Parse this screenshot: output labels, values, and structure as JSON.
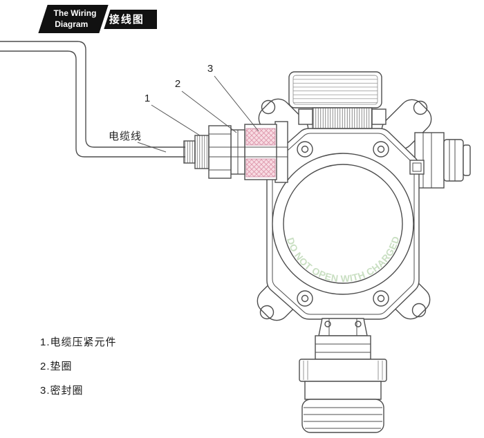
{
  "header": {
    "title_en": [
      "The Wiring",
      "Diagram"
    ],
    "title_zh": "接线图"
  },
  "labels": {
    "cable": "电缆线",
    "callout_1": "1",
    "callout_2": "2",
    "callout_3": "3"
  },
  "device": {
    "warning_text": "DO NOT OPEN WITH CHARGED."
  },
  "legend": {
    "items": [
      "1.电缆压紧元件",
      "2.垫圈",
      "3.密封圈"
    ]
  },
  "colors": {
    "line": "#4d4d4d",
    "seal_fill": "#f7dce3",
    "seal_hatch": "#dd93a8",
    "warning_green": "#c9dfc2",
    "header_bg": "#111111"
  }
}
